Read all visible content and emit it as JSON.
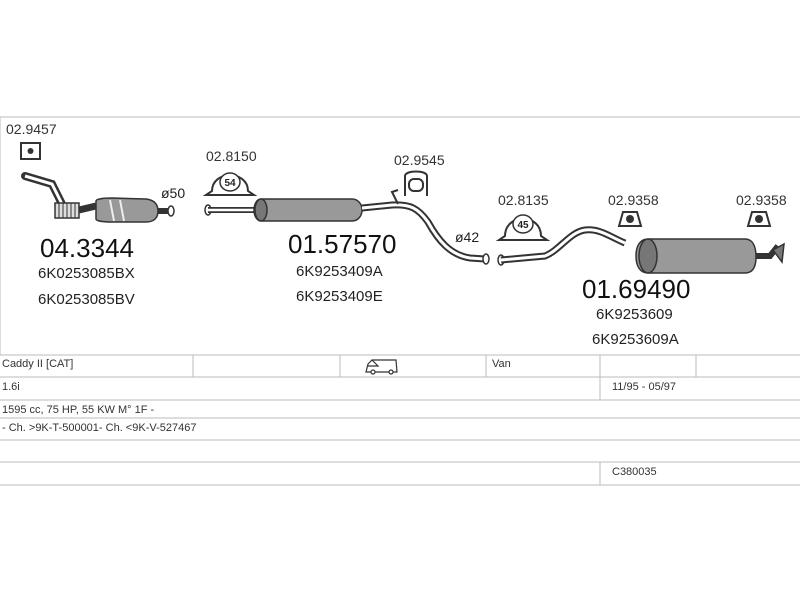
{
  "parts": {
    "flange_gasket": "02.9457",
    "catalyst": {
      "number": "04.3344",
      "oem": [
        "6K0253085BX",
        "6K0253085BV"
      ],
      "diameter": "ø50"
    },
    "clamp_1": {
      "number": "02.8150",
      "badge": "54"
    },
    "mount_1": "02.9545",
    "middle_silencer": {
      "number": "01.57570",
      "oem": [
        "6K9253409A",
        "6K9253409E"
      ],
      "diameter": "ø42"
    },
    "clamp_2": {
      "number": "02.8135",
      "badge": "45"
    },
    "mount_2": "02.9358",
    "mount_3": "02.9358",
    "rear_silencer": {
      "number": "01.69490",
      "oem": [
        "6K9253609",
        "6K9253609A"
      ]
    }
  },
  "vehicle": {
    "model": "Caddy II  [CAT]",
    "body": "Van",
    "engine": "1.6i",
    "years": "11/95 - 05/97",
    "specs": "1595 cc, 75 HP, 55 KW M° 1F -",
    "chassis": "- Ch. >9K-T-500001- Ch. <9K-V-527467",
    "code": "C380035"
  }
}
